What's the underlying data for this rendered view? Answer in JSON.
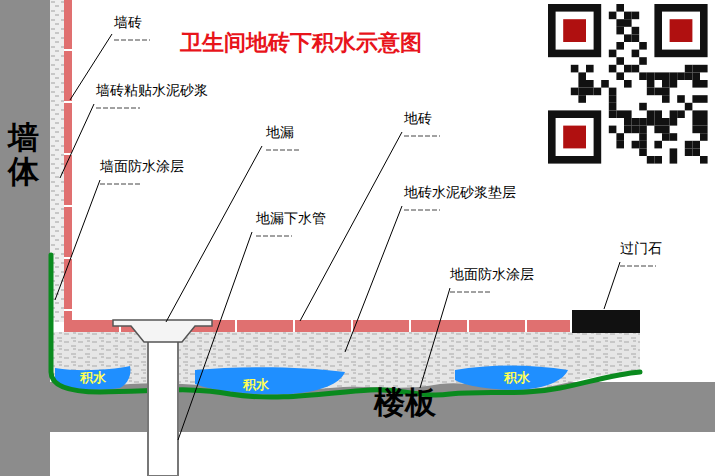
{
  "diagram": {
    "title": "卫生间地砖下积水示意图",
    "labels": [
      "墙砖",
      "墙砖粘贴水泥砂浆",
      "墙面防水涂层",
      "地漏",
      "地砖",
      "地漏下水管",
      "地砖水泥砂浆垫层",
      "地面防水涂层",
      "过门石",
      "墙体",
      "积水",
      "积水",
      "积水",
      "楼板"
    ]
  }
}
